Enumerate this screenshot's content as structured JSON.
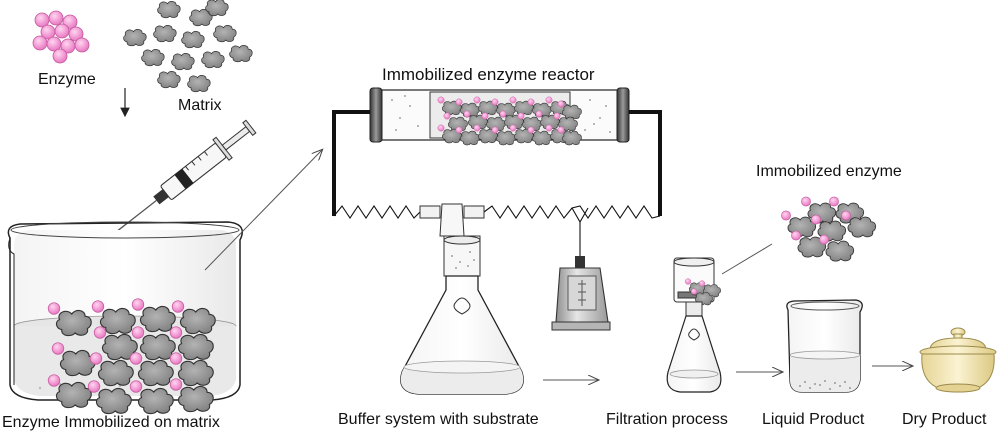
{
  "labels": {
    "enzyme": "Enzyme",
    "matrix": "Matrix",
    "reactor": "Immobilized enzyme reactor",
    "immobilized_enzyme": "Immobilized enzyme",
    "beaker_caption": "Enzyme Immobilized on matrix",
    "buffer_caption": "Buffer system with substrate",
    "filtration_caption": "Filtration process",
    "liquid_caption": "Liquid Product",
    "dry_caption": "Dry Product"
  },
  "colors": {
    "enzyme": "#f08ccf",
    "matrix": "#9b9b9b",
    "outline": "#222222",
    "liquid": "#eeeeee",
    "desiccator": "#efe3b0",
    "pump_body": "#c8c8c8"
  },
  "icons": [
    "enzyme-cluster-icon",
    "matrix-particles-icon",
    "down-arrow-icon",
    "syringe-icon",
    "beaker-icon",
    "reactor-column-icon",
    "tubing-icon",
    "erlenmeyer-flask-icon",
    "peristaltic-pump-icon",
    "filter-funnel-icon",
    "liquid-product-beaker-icon",
    "desiccator-icon",
    "process-arrow-icon"
  ]
}
